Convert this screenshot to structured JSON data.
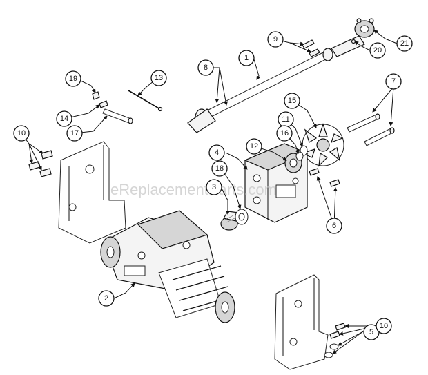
{
  "watermark": "eReplacementParts.com",
  "callouts": [
    {
      "id": "c1",
      "label": "1"
    },
    {
      "id": "c2",
      "label": "2"
    },
    {
      "id": "c3",
      "label": "3"
    },
    {
      "id": "c4",
      "label": "4"
    },
    {
      "id": "c5",
      "label": "5"
    },
    {
      "id": "c6",
      "label": "6"
    },
    {
      "id": "c7",
      "label": "7"
    },
    {
      "id": "c8",
      "label": "8"
    },
    {
      "id": "c9",
      "label": "9"
    },
    {
      "id": "c10a",
      "label": "10"
    },
    {
      "id": "c10b",
      "label": "10"
    },
    {
      "id": "c11",
      "label": "11"
    },
    {
      "id": "c12",
      "label": "12"
    },
    {
      "id": "c13",
      "label": "13"
    },
    {
      "id": "c14",
      "label": "14"
    },
    {
      "id": "c15",
      "label": "15"
    },
    {
      "id": "c16",
      "label": "16"
    },
    {
      "id": "c17",
      "label": "17"
    },
    {
      "id": "c18",
      "label": "18"
    },
    {
      "id": "c19",
      "label": "19"
    },
    {
      "id": "c20",
      "label": "20"
    },
    {
      "id": "c21",
      "label": "21"
    }
  ]
}
